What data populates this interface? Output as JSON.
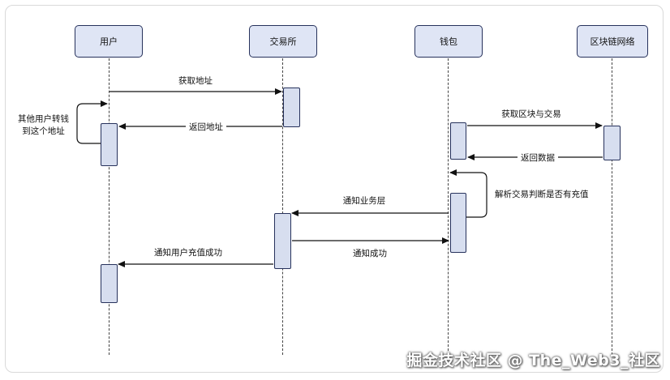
{
  "participants": {
    "user": "用户",
    "exchange": "交易所",
    "wallet": "钱包",
    "blockchain": "区块链网络"
  },
  "messages": {
    "get_address": "获取地址",
    "return_address": "返回地址",
    "user_transfer_line1": "其他用户转钱",
    "user_transfer_line2": "到这个地址",
    "fetch_blocks": "获取区块与交易",
    "return_data": "返回数据",
    "parse_tx": "解析交易判断是否有充值",
    "notify_business": "通知业务层",
    "notify_success": "通知成功",
    "notify_user_recharge": "通知用户充值成功"
  },
  "watermark": "掘金技术社区 @ The_Web3_社区",
  "colors": {
    "actor_fill": "#dfe5f5",
    "actor_border": "#27325c",
    "line": "#111111"
  }
}
